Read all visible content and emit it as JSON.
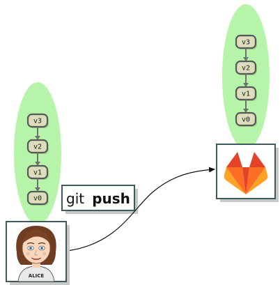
{
  "colors": {
    "repo_bubble": "#b6f5a9",
    "box_border": "#3f5a5a",
    "shadow": "#c8c8c8",
    "version_fill": "#dddcbc",
    "version_border": "#565a56",
    "arrow": "#707070",
    "gitlab_dark": "#e24329",
    "gitlab_mid": "#fc6d26",
    "gitlab_light": "#fca326"
  },
  "local_repo": {
    "versions": [
      "v3",
      "v2",
      "v1",
      "v0"
    ]
  },
  "remote_repo": {
    "versions": [
      "v3",
      "v2",
      "v1",
      "v0"
    ]
  },
  "command": {
    "prefix": "git",
    "verb": "push"
  },
  "user": {
    "badge_text": "ALICE",
    "icon": "alice-avatar-icon"
  },
  "server": {
    "icon": "gitlab-icon"
  }
}
